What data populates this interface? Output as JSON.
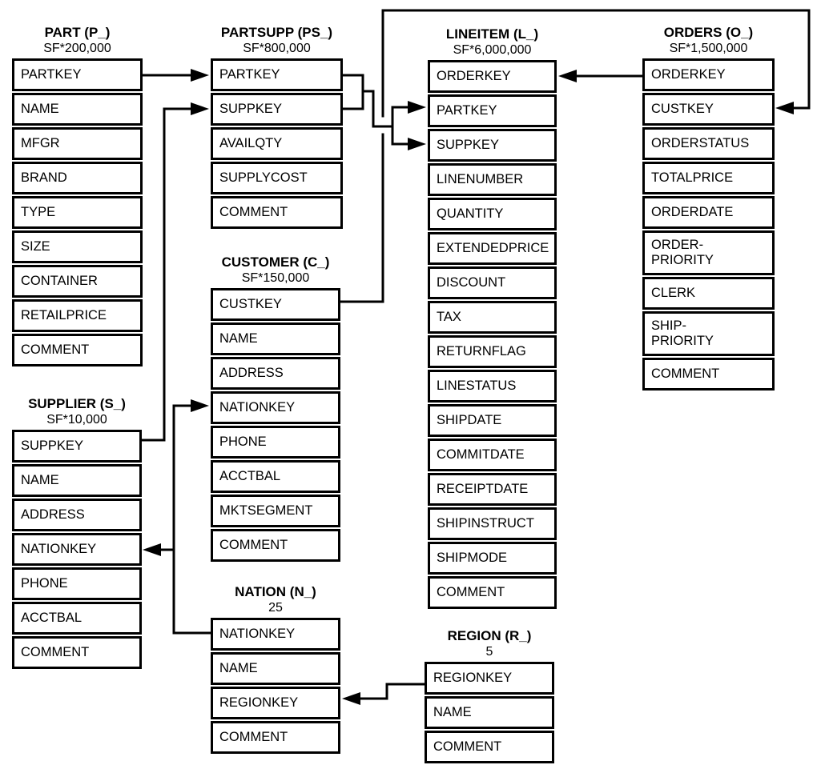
{
  "tables": [
    {
      "id": "part",
      "title": "PART (P_)",
      "cardinality": "SF*200,000",
      "fields": [
        "PARTKEY",
        "NAME",
        "MFGR",
        "BRAND",
        "TYPE",
        "SIZE",
        "CONTAINER",
        "RETAILPRICE",
        "COMMENT"
      ]
    },
    {
      "id": "partsupp",
      "title": "PARTSUPP (PS_)",
      "cardinality": "SF*800,000",
      "fields": [
        "PARTKEY",
        "SUPPKEY",
        "AVAILQTY",
        "SUPPLYCOST",
        "COMMENT"
      ]
    },
    {
      "id": "lineitem",
      "title": "LINEITEM (L_)",
      "cardinality": "SF*6,000,000",
      "fields": [
        "ORDERKEY",
        "PARTKEY",
        "SUPPKEY",
        "LINENUMBER",
        "QUANTITY",
        "EXTENDEDPRICE",
        "DISCOUNT",
        "TAX",
        "RETURNFLAG",
        "LINESTATUS",
        "SHIPDATE",
        "COMMITDATE",
        "RECEIPTDATE",
        "SHIPINSTRUCT",
        "SHIPMODE",
        "COMMENT"
      ]
    },
    {
      "id": "orders",
      "title": "ORDERS (O_)",
      "cardinality": "SF*1,500,000",
      "fields": [
        "ORDERKEY",
        "CUSTKEY",
        "ORDERSTATUS",
        "TOTALPRICE",
        "ORDERDATE",
        "ORDER-\nPRIORITY",
        "CLERK",
        "SHIP-\nPRIORITY",
        "COMMENT"
      ]
    },
    {
      "id": "customer",
      "title": "CUSTOMER (C_)",
      "cardinality": "SF*150,000",
      "fields": [
        "CUSTKEY",
        "NAME",
        "ADDRESS",
        "NATIONKEY",
        "PHONE",
        "ACCTBAL",
        "MKTSEGMENT",
        "COMMENT"
      ]
    },
    {
      "id": "supplier",
      "title": "SUPPLIER (S_)",
      "cardinality": "SF*10,000",
      "fields": [
        "SUPPKEY",
        "NAME",
        "ADDRESS",
        "NATIONKEY",
        "PHONE",
        "ACCTBAL",
        "COMMENT"
      ]
    },
    {
      "id": "nation",
      "title": "NATION (N_)",
      "cardinality": "25",
      "fields": [
        "NATIONKEY",
        "NAME",
        "REGIONKEY",
        "COMMENT"
      ]
    },
    {
      "id": "region",
      "title": "REGION (R_)",
      "cardinality": "5",
      "fields": [
        "REGIONKEY",
        "NAME",
        "COMMENT"
      ]
    }
  ],
  "relationships": [
    {
      "from": "PART.PARTKEY",
      "to": "PARTSUPP.PARTKEY"
    },
    {
      "from": "SUPPLIER.SUPPKEY",
      "to": "PARTSUPP.SUPPKEY"
    },
    {
      "from": "PARTSUPP.PARTKEY",
      "to": "LINEITEM.PARTKEY"
    },
    {
      "from": "PARTSUPP.SUPPKEY",
      "to": "LINEITEM.SUPPKEY"
    },
    {
      "from": "ORDERS.ORDERKEY",
      "to": "LINEITEM.ORDERKEY"
    },
    {
      "from": "CUSTOMER.CUSTKEY",
      "to": "ORDERS.CUSTKEY"
    },
    {
      "from": "NATION.NATIONKEY",
      "to": "CUSTOMER.NATIONKEY"
    },
    {
      "from": "NATION.NATIONKEY",
      "to": "SUPPLIER.NATIONKEY"
    },
    {
      "from": "REGION.REGIONKEY",
      "to": "NATION.REGIONKEY"
    }
  ],
  "colors": {
    "line": "#000000",
    "background": "#ffffff",
    "text": "#000000"
  }
}
